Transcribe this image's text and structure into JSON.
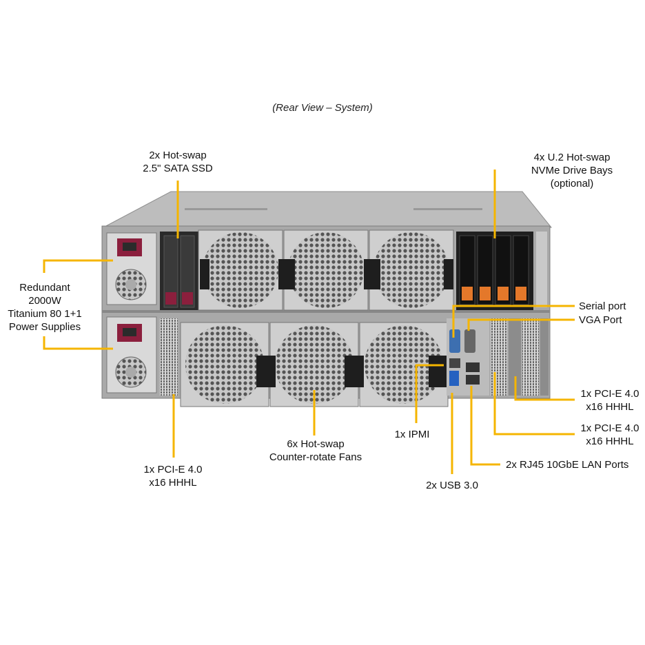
{
  "title": "(Rear View – System)",
  "accent_color": "#f5b500",
  "labels": {
    "ssd": [
      "2x Hot-swap",
      "2.5\" SATA SSD"
    ],
    "nvme": [
      "4x U.2 Hot-swap",
      "NVMe Drive Bays",
      "(optional)"
    ],
    "psu": [
      "Redundant",
      "2000W",
      "Titanium 80 1+1",
      "Power Supplies"
    ],
    "serial": [
      "Serial port"
    ],
    "vga": [
      "VGA Port"
    ],
    "pcie_right_top": [
      "1x PCI-E 4.0",
      "x16 HHHL"
    ],
    "pcie_right_bottom": [
      "1x PCI-E 4.0",
      "x16 HHHL"
    ],
    "lan": [
      "2x RJ45 10GbE LAN Ports"
    ],
    "usb": [
      "2x USB 3.0"
    ],
    "ipmi": [
      "1x IPMI"
    ],
    "fans": [
      "6x Hot-swap",
      "Counter-rotate  Fans"
    ],
    "pcie_left": [
      "1x PCI-E 4.0",
      "x16 HHHL"
    ]
  }
}
